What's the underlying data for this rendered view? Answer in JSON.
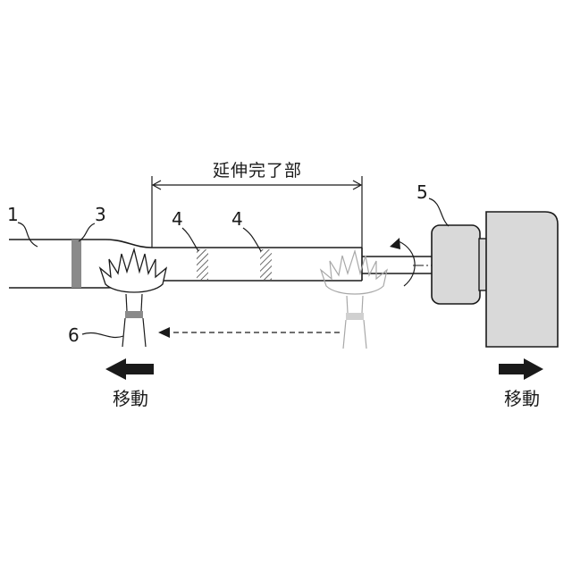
{
  "dimension_label": "延伸完了部",
  "labels": {
    "tube": "1",
    "band": "3",
    "mark_a": "4",
    "mark_b": "4",
    "chuck": "5",
    "burner": "6"
  },
  "movement": {
    "left": "移動",
    "right": "移動"
  }
}
